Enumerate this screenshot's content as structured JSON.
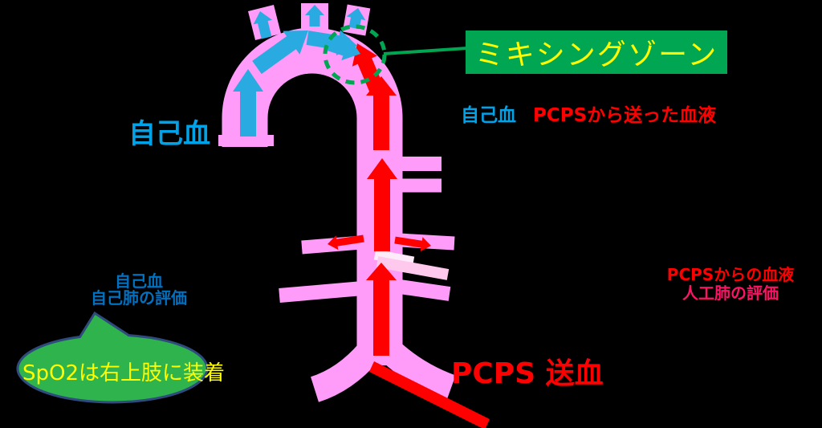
{
  "labels": {
    "big_native_blood": "自己血",
    "legend_native": "自己血",
    "legend_pcps": "PCPSから送った血液",
    "mixing_zone": "ミキシングゾーン",
    "left_note_line1": "自己血",
    "left_note_line2": "自己肺の評価",
    "bubble_note": "SpO2は右上肢に装着",
    "right_note_line1": "PCPSからの血液",
    "right_note_line2": "人工肺の評価",
    "pcps_supply": "PCPS 送血"
  },
  "colors": {
    "aorta-pink": "#FF9BF9",
    "pale-band-light": "#FEEBFA",
    "pale-band-pink": "#FFC9EE",
    "blood-blue": "#29ABE2",
    "blood-red": "#FF0000",
    "zone-green": "#00A651",
    "bubble-green": "#2EB34D",
    "bubble-border": "#2F4A7D",
    "text-yellow": "#FFFF00",
    "label-blue": "#00A2E8",
    "note-blue": "#0070C0",
    "note-pink": "#FB1465"
  },
  "figure": {
    "description": "Aorta diagram: native blood (blue arrows) from the heart meets PCPS blood (red arrows) from a femoral cannula; dashed circle marks the mixing zone in the aortic arch",
    "icons": [
      "aorta",
      "arch-branches",
      "native-blood-arrows",
      "pcps-blood-arrows",
      "mixing-zone-circle",
      "pcps-cannula",
      "speech-bubble"
    ]
  }
}
